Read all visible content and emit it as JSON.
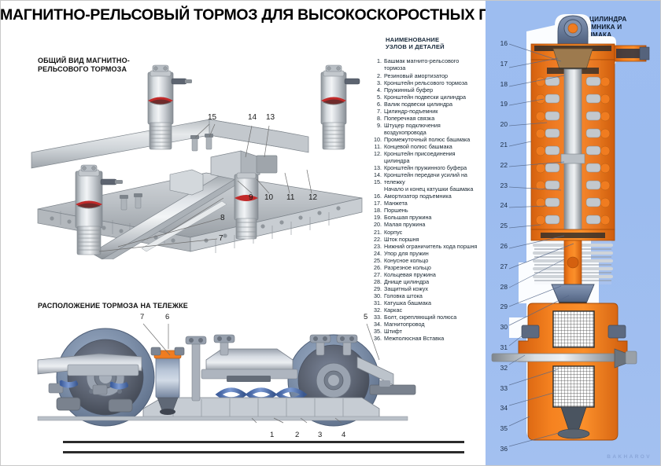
{
  "poster": {
    "title": "МАГНИТНО-РЕЛЬСОВЫЙ ТОРМОЗ ДЛЯ ВЫСОКОСКОРОСТНЫХ ПОЕЗДОВ",
    "watermark": "BAKHAROV",
    "background_color": "#ffffff",
    "panel_color": "#9dbdf0",
    "accent_orange": "#f07c20",
    "metal_grey": "#c9ced3",
    "blue_steel": "#8a9cb8"
  },
  "sections": {
    "general_view": {
      "caption_line1": "ОБЩИЙ ВИД МАГНИТНО-",
      "caption_line2": "РЕЛЬСОВОГО ТОРМОЗА"
    },
    "bogie_view": {
      "caption": "РАСПОЛОЖЕНИЕ ТОРМОЗА НА ТЕЛЕЖКЕ"
    },
    "cylinder_section": {
      "title_line1": "РАЗРЕЗ ЦИЛИНДРА",
      "title_line2": "ПОДЪЕМНИКА И",
      "title_line3": "БАШМАКА"
    }
  },
  "parts_list": {
    "heading_line1": "НАИМЕНОВАНИЕ",
    "heading_line2": "УЗЛОВ И ДЕТАЛЕЙ",
    "items": [
      {
        "num": "1.",
        "text": "Башмак магнито-рельсового"
      },
      {
        "num": "",
        "text": "тормоза",
        "continuation": true
      },
      {
        "num": "2.",
        "text": "Резиновый амортизатор"
      },
      {
        "num": "3.",
        "text": "Кронштейн рельсового тормоза"
      },
      {
        "num": "4.",
        "text": "Пружинный буфер"
      },
      {
        "num": "5.",
        "text": "Кронштейн подвески цилиндра"
      },
      {
        "num": "6.",
        "text": "Валик подвески цилиндра"
      },
      {
        "num": "7.",
        "text": "Цилиндр-подъемник"
      },
      {
        "num": "8.",
        "text": "Поперечная связка"
      },
      {
        "num": "9.",
        "text": "Штуцер подключения"
      },
      {
        "num": "",
        "text": "воздухопровода",
        "continuation": true
      },
      {
        "num": "10.",
        "text": "Промежуточный полюс башмака"
      },
      {
        "num": "11.",
        "text": "Концевой полюс башмака"
      },
      {
        "num": "12.",
        "text": "Кронштейн присоединения"
      },
      {
        "num": "",
        "text": "цилиндра",
        "continuation": true
      },
      {
        "num": "13.",
        "text": "Кронштейн пружинного буфера"
      },
      {
        "num": "14.",
        "text": "Кронштейн передачи усилий на"
      },
      {
        "num": "15.",
        "text": "тележку"
      },
      {
        "num": "",
        "text": "Начало и конец катушки башмака",
        "continuation": true
      },
      {
        "num": "16.",
        "text": "Амортизатор подъемника"
      },
      {
        "num": "17.",
        "text": "Манжета"
      },
      {
        "num": "18.",
        "text": "Поршень"
      },
      {
        "num": "19.",
        "text": "Большая пружина"
      },
      {
        "num": "20.",
        "text": "Малая пружина"
      },
      {
        "num": "21.",
        "text": "Корпус"
      },
      {
        "num": "22.",
        "text": "Шток поршня"
      },
      {
        "num": "23.",
        "text": "Нижний ограничитель хода поршня"
      },
      {
        "num": "24.",
        "text": "Упор для пружин"
      },
      {
        "num": "25.",
        "text": "Конусное кольцо"
      },
      {
        "num": "26.",
        "text": "Разрезное кольцо"
      },
      {
        "num": "27.",
        "text": "Кольцевая пружина"
      },
      {
        "num": "28.",
        "text": "Днище цилиндра"
      },
      {
        "num": "29.",
        "text": "Защитный кожух"
      },
      {
        "num": "30.",
        "text": "Головка штока"
      },
      {
        "num": "31.",
        "text": "Катушка башмака"
      },
      {
        "num": "32.",
        "text": "Каркас"
      },
      {
        "num": "33.",
        "text": "Болт, скрепляющий полюса"
      },
      {
        "num": "34.",
        "text": "Магнитопровод"
      },
      {
        "num": "35.",
        "text": "Штифт"
      },
      {
        "num": "36.",
        "text": "Межполюсная Вставка"
      }
    ]
  },
  "callouts": {
    "general_view": [
      "15",
      "14",
      "13",
      "12",
      "11",
      "10",
      "9",
      "8",
      "7"
    ],
    "bogie_view_top": [
      "7",
      "6",
      "5"
    ],
    "bogie_view_bottom": [
      "1",
      "2",
      "3",
      "4"
    ],
    "cylinder_section": [
      "16",
      "17",
      "18",
      "19",
      "20",
      "21",
      "22",
      "23",
      "24",
      "25",
      "26",
      "27",
      "28",
      "29",
      "30",
      "31",
      "32",
      "33",
      "34",
      "35",
      "36"
    ]
  }
}
